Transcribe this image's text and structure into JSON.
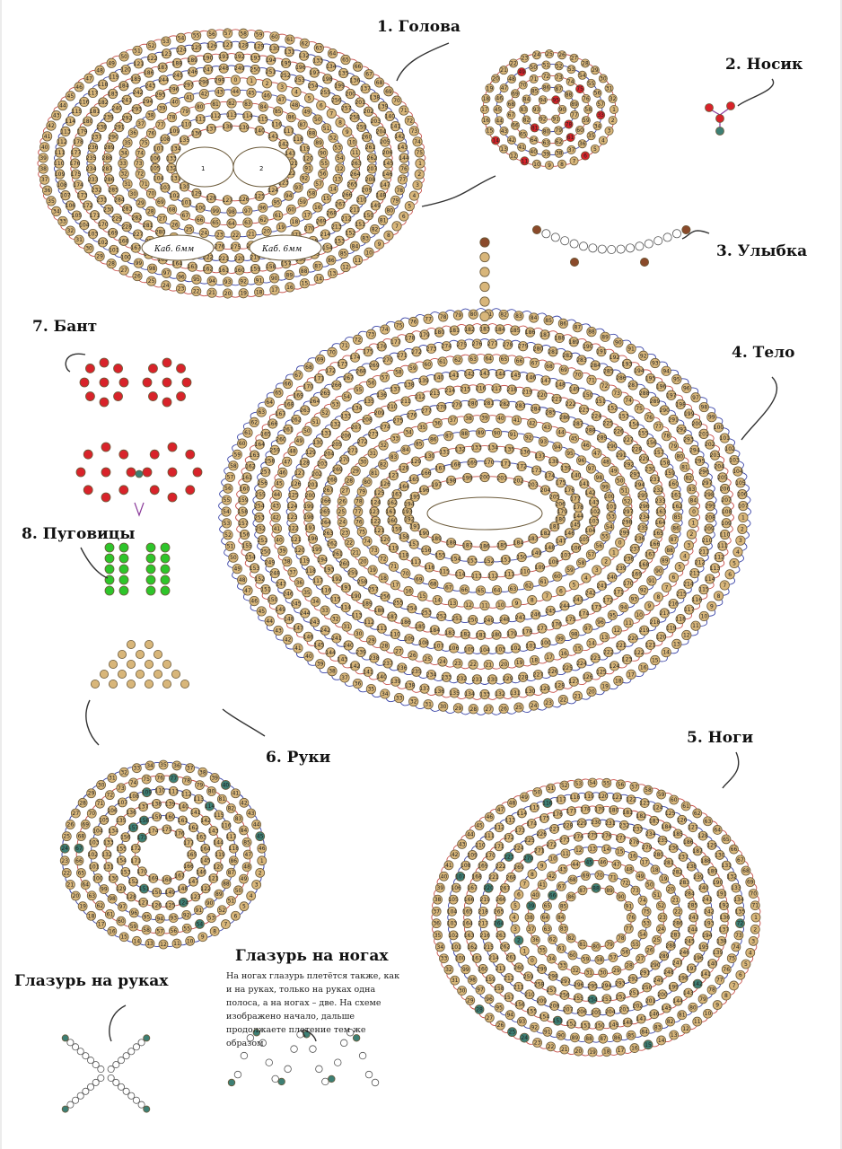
{
  "titles": {
    "head": "1. Голова",
    "nose": "2. Носик",
    "smile": "3. Улыбка",
    "body": "4. Тело",
    "legs": "5. Ноги",
    "arms": "6. Руки",
    "bow": "7. Бант",
    "buttons": "8. Пуговицы",
    "glaze_arms": "Глазурь на руках",
    "glaze_legs": "Глазурь на ногах"
  },
  "glaze_legs_text": "На ногах глазурь плетётся также, как и на руках, только на руках одна полоса, а на ногах – две. На схеме изображено начало, дальше продолжаете плетение тем же образом",
  "head": {
    "eye_hole_left": "1",
    "eye_hole_right": "2",
    "cabochon_left": "Каб. 6мм",
    "cabochon_right": "Каб. 6мм"
  },
  "colors": {
    "bead_tan": "#d8b67a",
    "bead_red": "#d8232a",
    "bead_green": "#2ec52a",
    "bead_teal": "#3d7f74",
    "thread_red": "#c8504a",
    "thread_blue": "#3b45a8",
    "row_number_red": "#c8232a",
    "row_number_green": "#2a8a2a"
  }
}
